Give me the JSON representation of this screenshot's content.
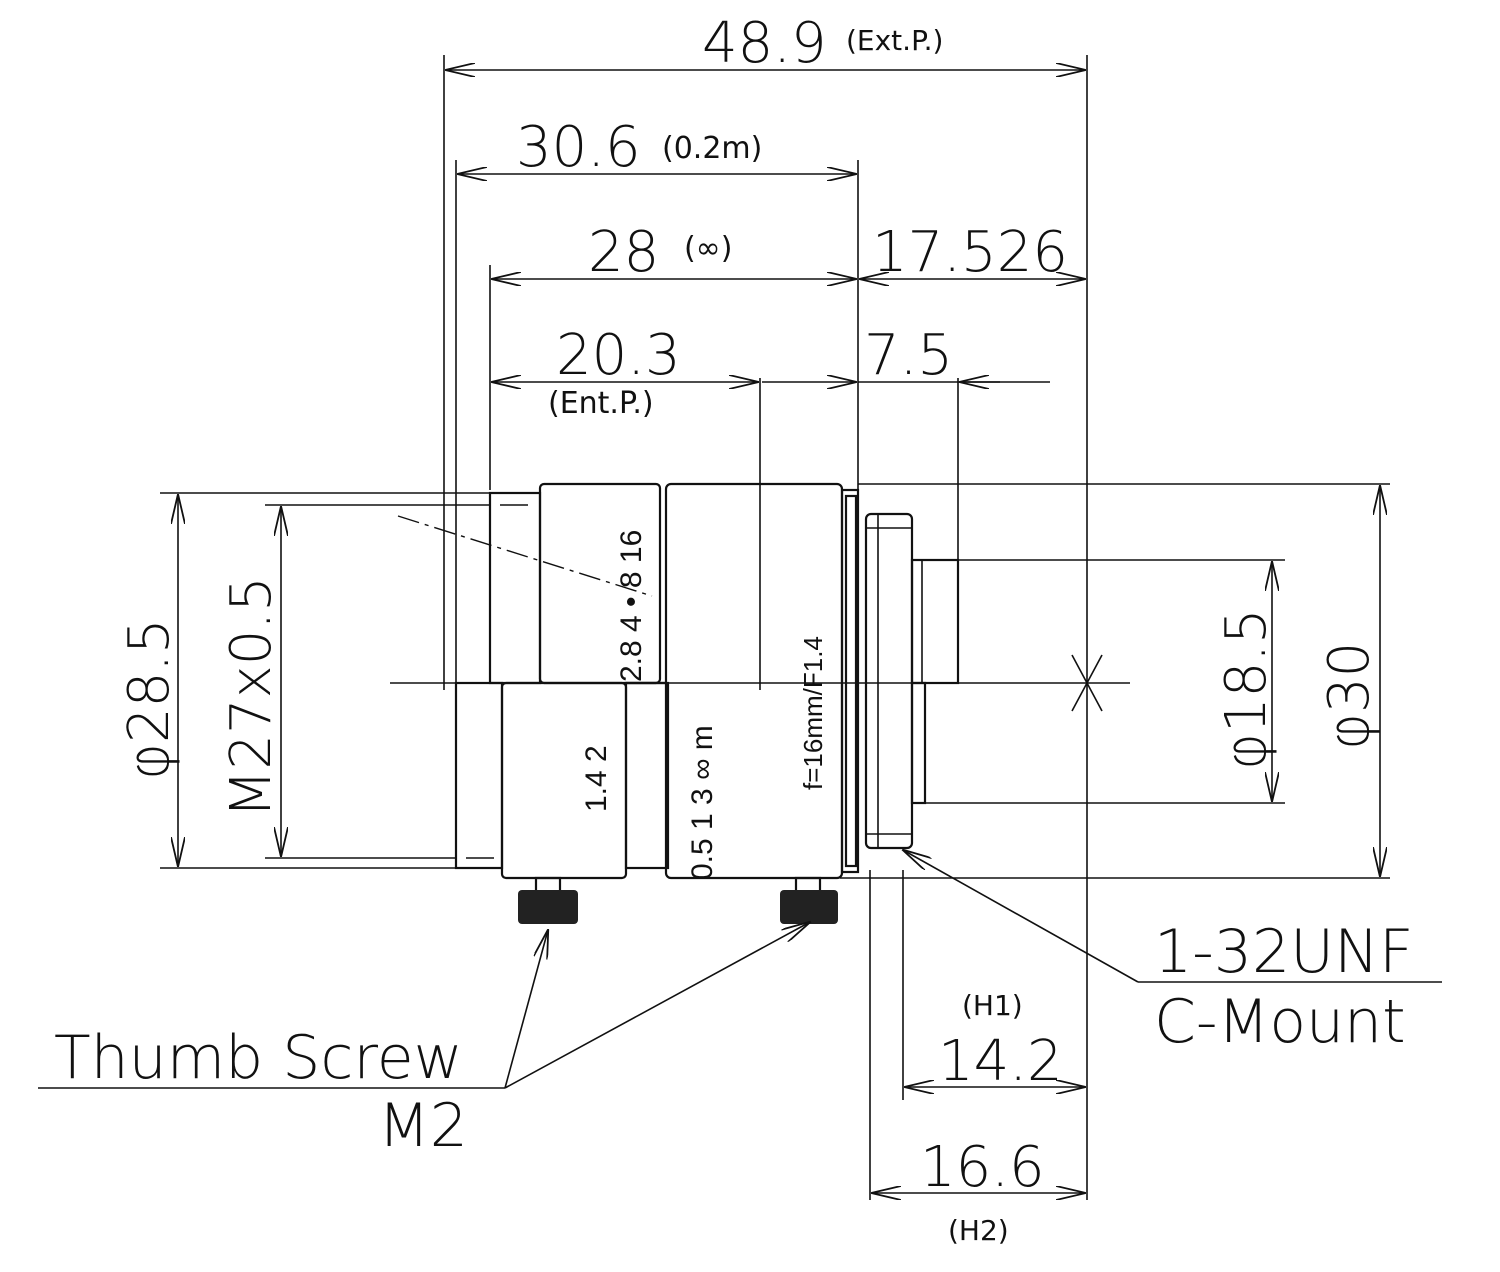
{
  "drawing": {
    "dimensions": {
      "ext_pupil_value": "48.9",
      "ext_pupil_note": "(Ext.P.)",
      "close_focus_length_value": "30.6",
      "close_focus_length_note": "(0.2m)",
      "infinity_length_value": "28",
      "infinity_length_note": "(∞)",
      "entrance_pupil_value": "20.3",
      "entrance_pupil_note": "(Ent.P.)",
      "flange_back_value": "17.526",
      "rear_protrusion_value": "7.5",
      "outer_diameter_front": "φ28.5",
      "filter_thread": "M27x0.5",
      "rear_diameter": "φ18.5",
      "outer_diameter_max": "φ30",
      "h1_label": "(H1)",
      "h1_value": "14.2",
      "h2_value": "16.6",
      "h2_label": "(H2)"
    },
    "callouts": {
      "mount_thread": "1-32UNF",
      "mount_type": "C-Mount",
      "screw_name": "Thumb Screw",
      "screw_size": "M2"
    },
    "lens_markings": {
      "aperture_scale_top": "2.8  4 • 8 16",
      "aperture_scale_bottom": "1.4   2",
      "focus_scale": "0.5  1   3 ∞ m",
      "focal_spec": "f=16mm/F1.4"
    }
  }
}
